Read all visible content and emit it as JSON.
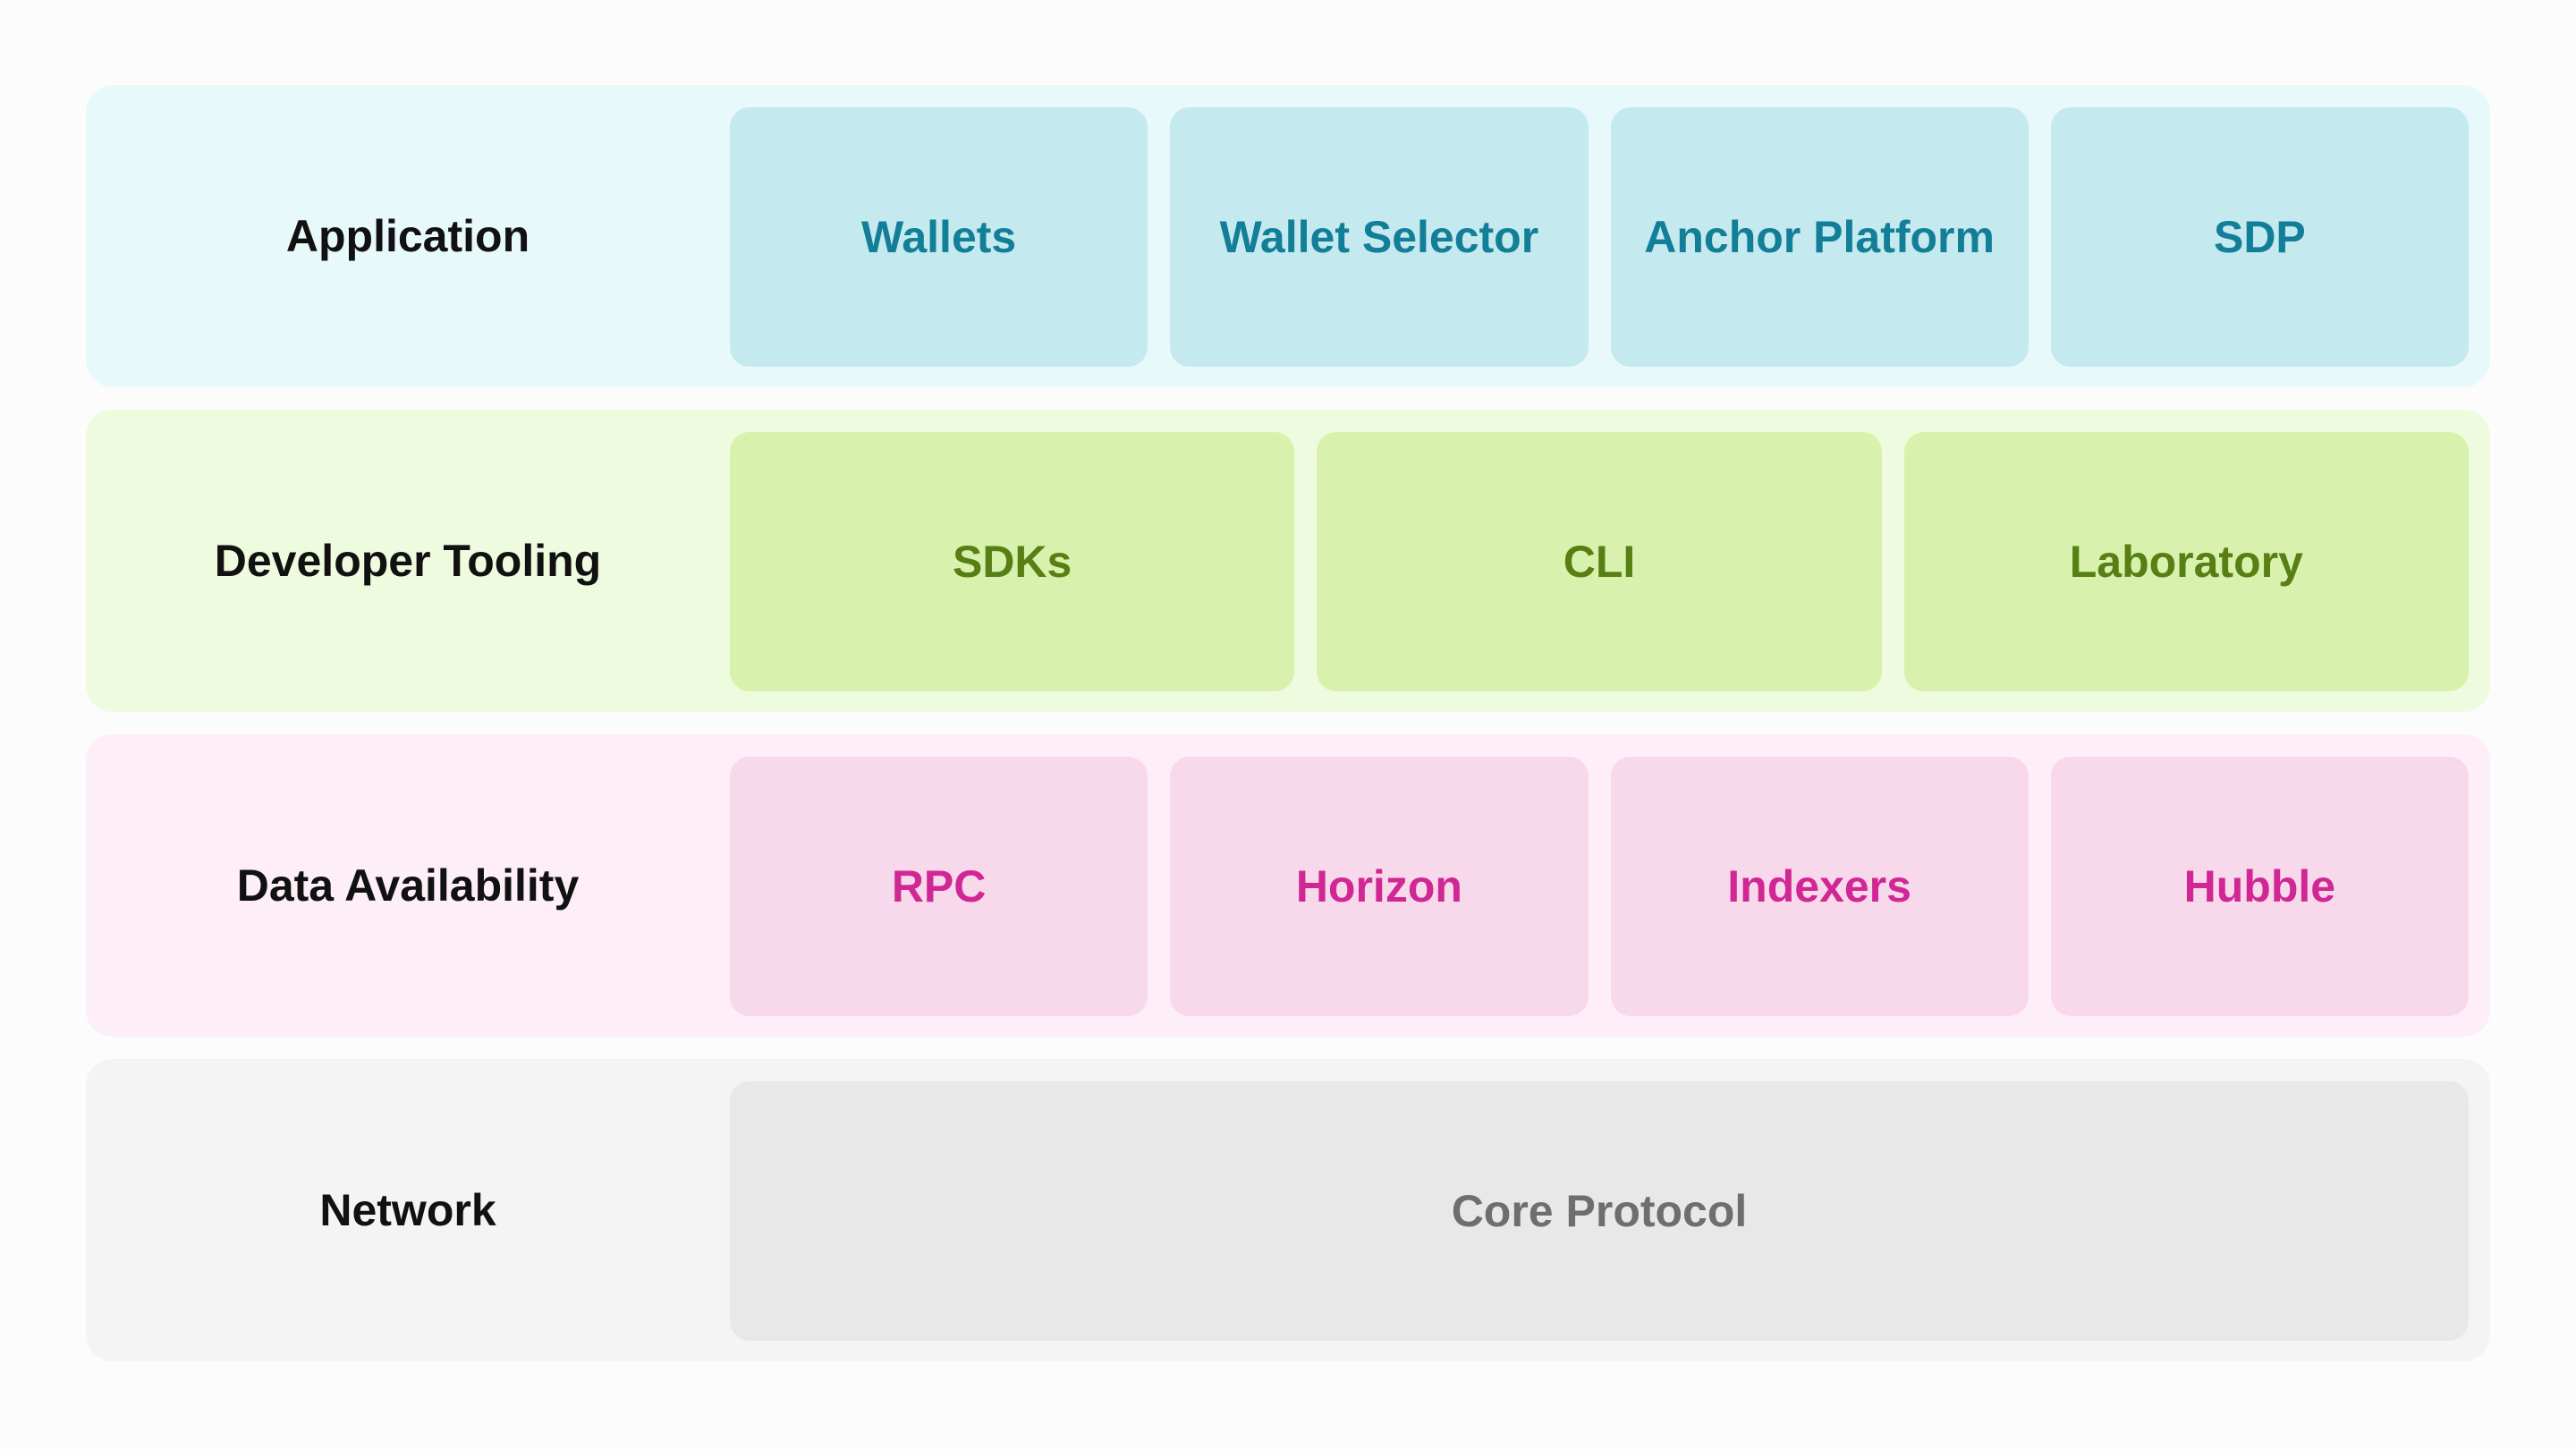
{
  "layers": [
    {
      "label": "Application",
      "colors": {
        "panel": "#e8f9fc",
        "cell": "#c4e9ef",
        "text": "#137e97"
      },
      "items": [
        "Wallets",
        "Wallet Selector",
        "Anchor Platform",
        "SDP"
      ]
    },
    {
      "label": "Developer Tooling",
      "colors": {
        "panel": "#eefbdf",
        "cell": "#d8f2ae",
        "text": "#577f13"
      },
      "items": [
        "SDKs",
        "CLI",
        "Laboratory"
      ]
    },
    {
      "label": "Data Availability",
      "colors": {
        "panel": "#fdeef8",
        "cell": "#f8d9ec",
        "text": "#d02794"
      },
      "items": [
        "RPC",
        "Horizon",
        "Indexers",
        "Hubble"
      ]
    },
    {
      "label": "Network",
      "colors": {
        "panel": "#f4f4f4",
        "cell": "#e8e8e8",
        "text": "#6e6e6e"
      },
      "items": [
        "Core Protocol"
      ]
    }
  ]
}
